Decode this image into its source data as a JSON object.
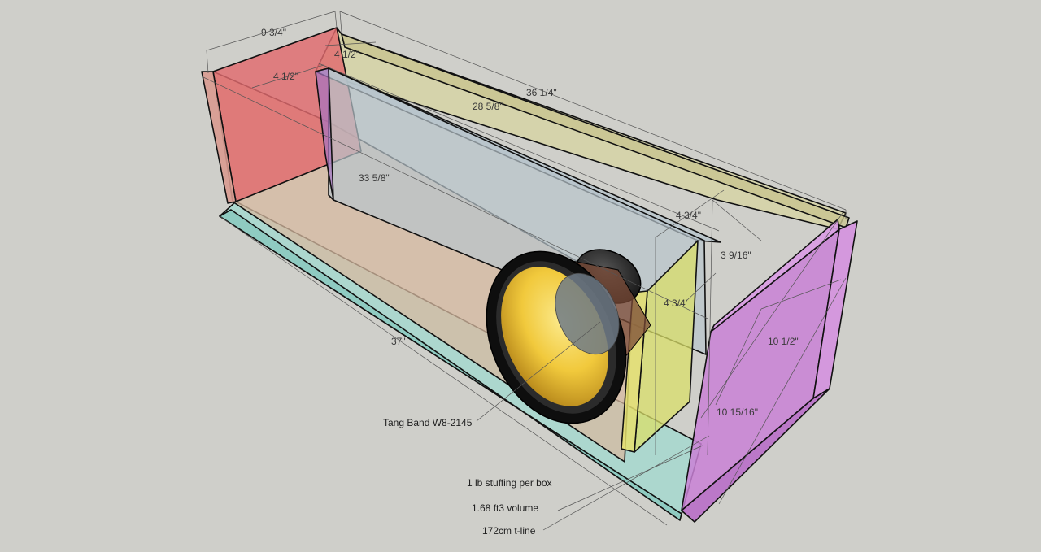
{
  "dimensions": {
    "end_width": "9 3/4\"",
    "top_offset": "4 1/2\"",
    "inner_offset": "4 1/2\"",
    "overall_length": "36 1/4\"",
    "divider_length": "28 5/8\"",
    "chamber_length": "33 5/8\"",
    "base_length": "37\"",
    "front_width": "4 3/4\"",
    "gap_depth": "3 9/16\"",
    "driver_offset": "4 3/4'",
    "end_height": "10 1/2\"",
    "end_height_total": "10 15/16\""
  },
  "notes": {
    "driver": "Tang Band W8-2145",
    "stuffing": "1 lb stuffing per box",
    "volume": "1.68 ft3 volume",
    "line_length": "172cm t-line"
  },
  "colors": {
    "background": "#cfcfca",
    "base_panel": "#a6d8cf",
    "left_end_panel": "#e06a6e",
    "top_panel": "#d6d3a3",
    "divider_panel": "#b8c5cc",
    "front_baffle": "#d9df6a",
    "right_end_panel": "#c981d6",
    "driver_cone": "#f3d24a"
  },
  "icons": {
    "driver": "loudspeaker-driver-icon"
  }
}
